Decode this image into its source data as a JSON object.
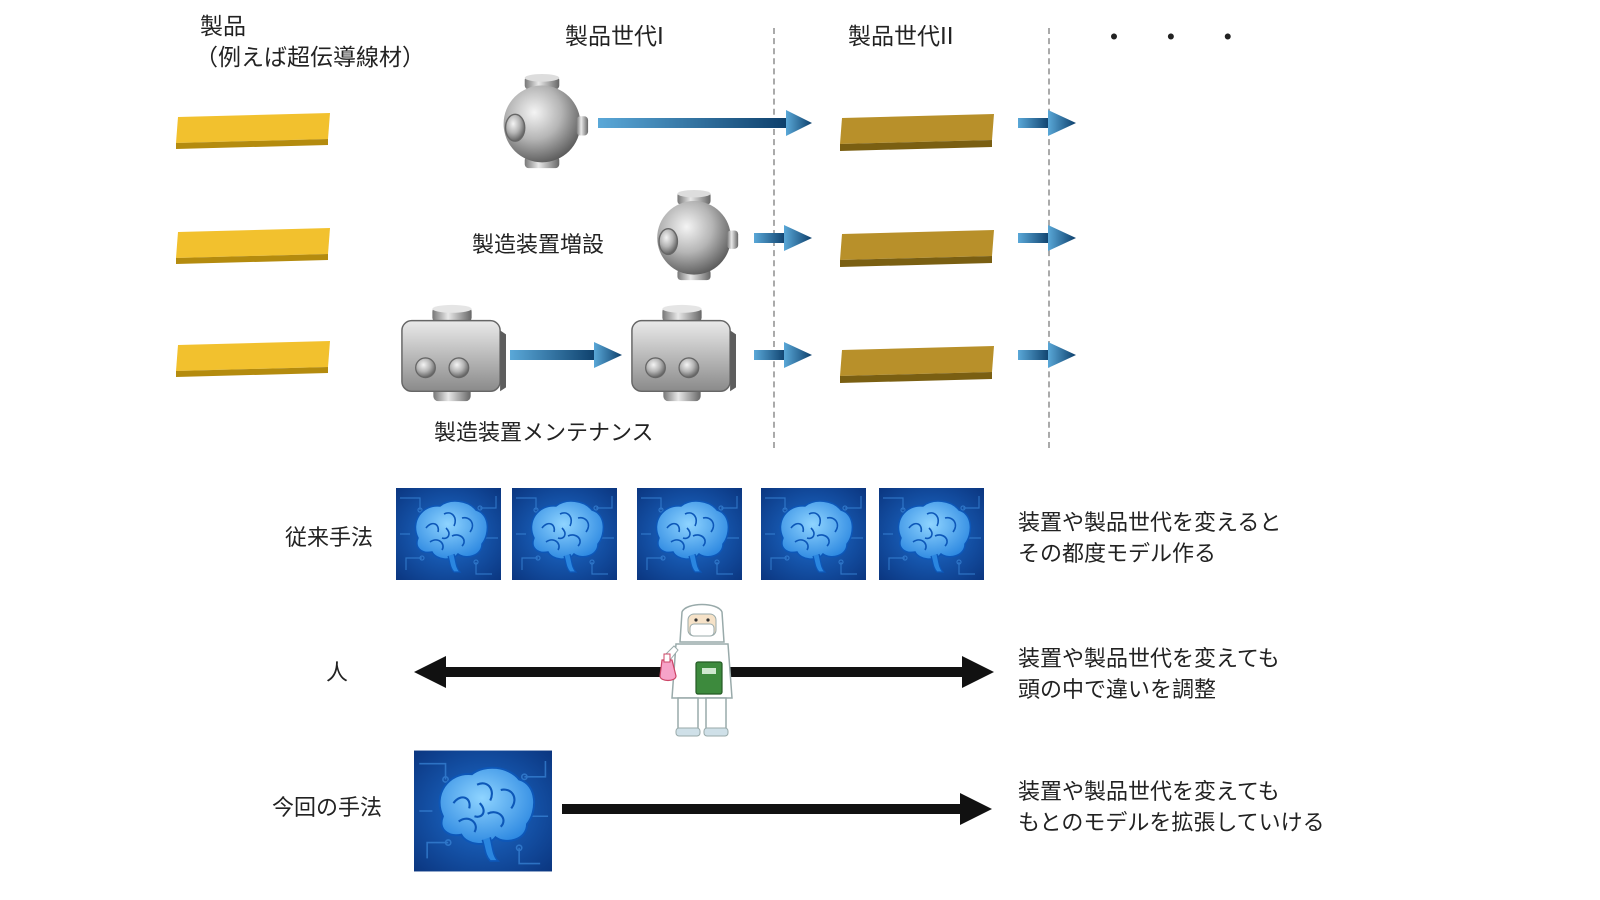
{
  "header": {
    "product_line1": "製品",
    "product_line2": "（例えば超伝導線材）",
    "gen1": "製品世代I",
    "gen2": "製品世代II",
    "ellipsis": "・ ・ ・"
  },
  "labels": {
    "add_equipment": "製造装置増設",
    "maintenance": "製造装置メンテナンス"
  },
  "rows": {
    "conventional": {
      "label": "従来手法",
      "desc_line1": "装置や製品世代を変えると",
      "desc_line2": "その都度モデル作る"
    },
    "human": {
      "label": "人",
      "desc_line1": "装置や製品世代を変えても",
      "desc_line2": "頭の中で違いを調整"
    },
    "proposed": {
      "label": "今回の手法",
      "desc_line1": "装置や製品世代を変えても",
      "desc_line2": "もとのモデルを拡張していける"
    }
  },
  "colors": {
    "gen1_plate": "#f2c12e",
    "gen2_plate": "#b58f22",
    "flow_arrow": "#16557f",
    "brain_bg": "#1149a8",
    "brain": "#4aa8f0",
    "black_arrow": "#111111"
  },
  "icons": [
    "round-machine-icon",
    "box-machine-icon",
    "brain-ai-icon",
    "researcher-icon"
  ]
}
